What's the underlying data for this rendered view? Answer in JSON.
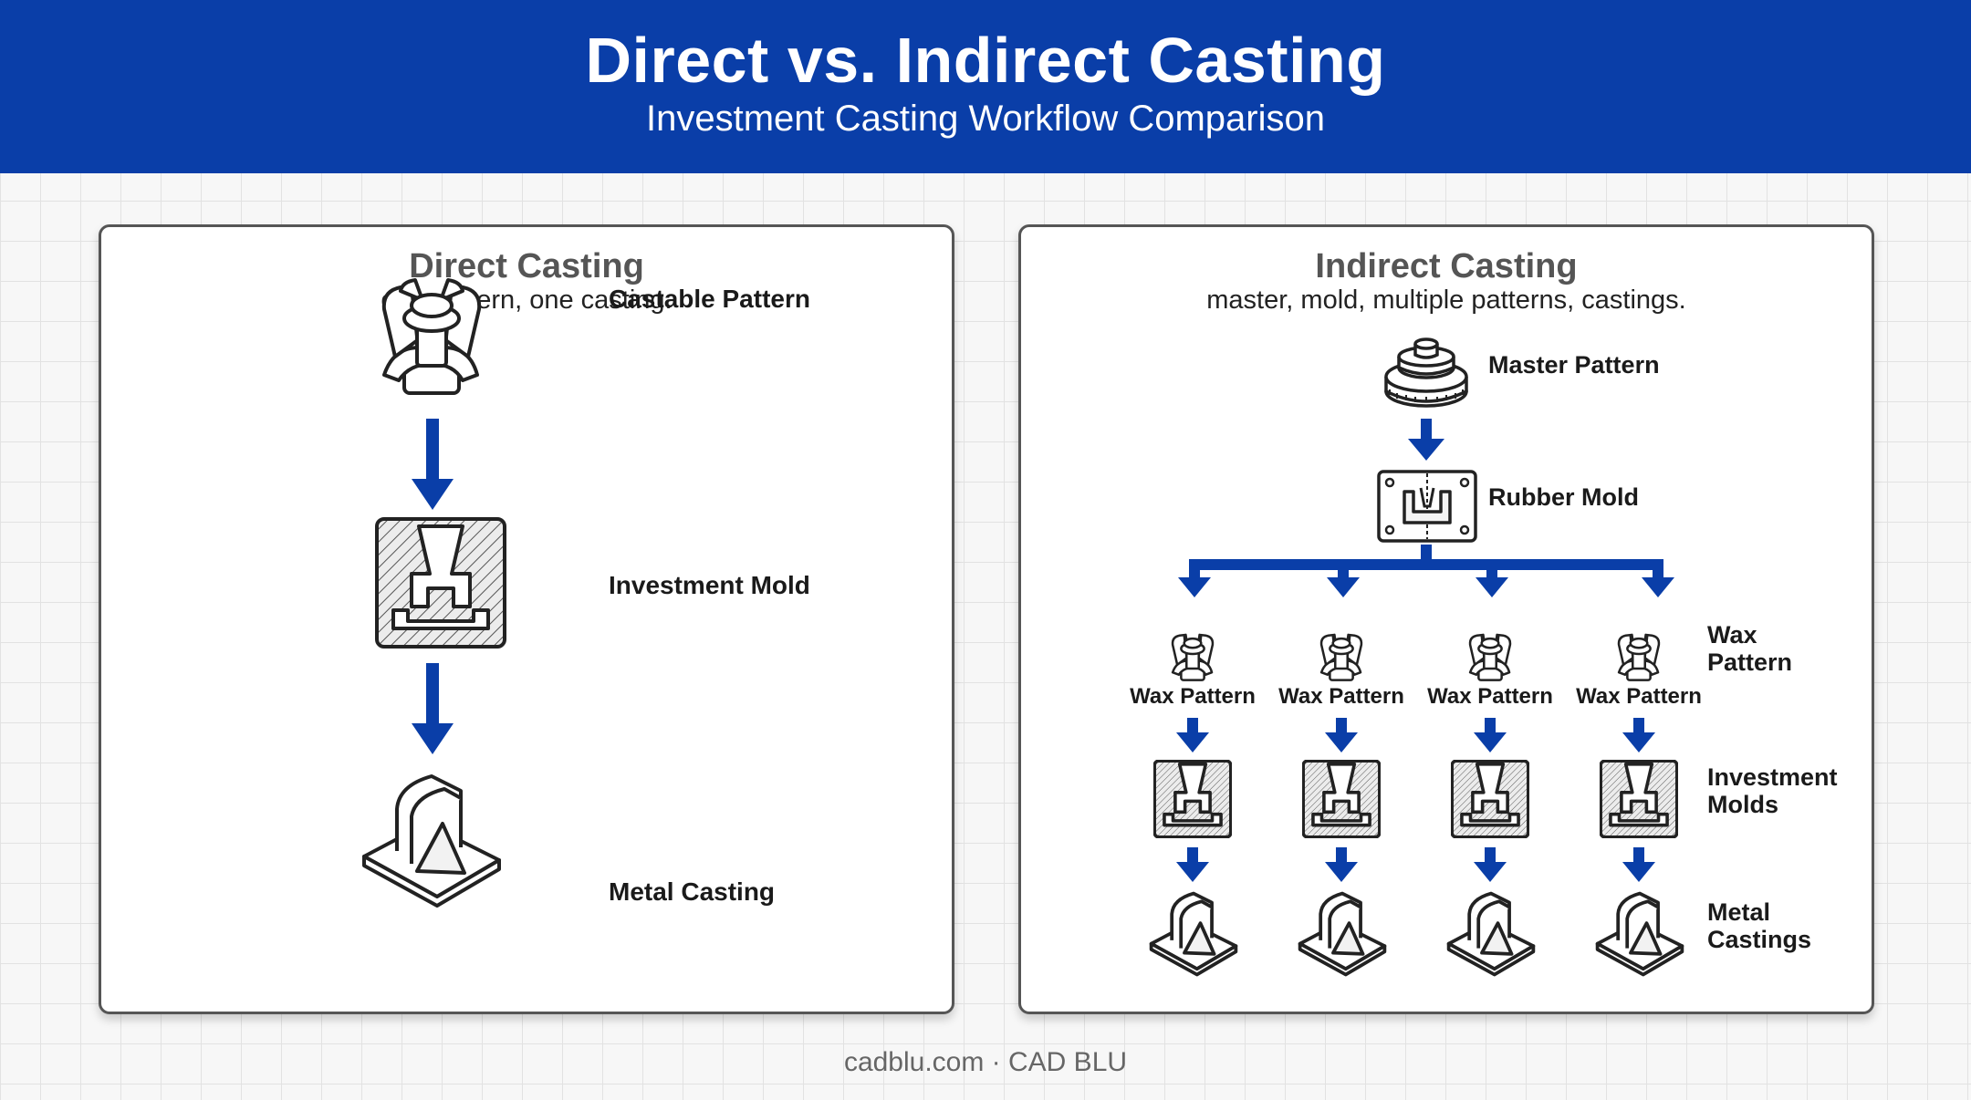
{
  "header": {
    "title": "Direct vs. Indirect Casting",
    "subtitle": "Investment Casting Workflow Comparison"
  },
  "direct": {
    "title": "Direct Casting",
    "subtitle": "one pattern, one casting.",
    "steps": {
      "pattern": "Castable Pattern",
      "mold": "Investment Mold",
      "casting": "Metal Casting"
    }
  },
  "indirect": {
    "title": "Indirect Casting",
    "subtitle": "master, mold, multiple patterns, castings.",
    "master": "Master Pattern",
    "rubber_mold": "Rubber Mold",
    "wax_labels": [
      "Wax Pattern",
      "Wax Pattern",
      "Wax Pattern",
      "Wax Pattern"
    ],
    "side_labels": {
      "wax": [
        "Wax",
        "Pattern"
      ],
      "molds": [
        "Investment",
        "Molds"
      ],
      "castings": [
        "Metal",
        "Castings"
      ]
    }
  },
  "footer": "cadblu.com · CAD BLU",
  "colors": {
    "header_bg": "#0a3ea8",
    "arrow": "#0a3ea8",
    "panel_border": "#555555"
  }
}
